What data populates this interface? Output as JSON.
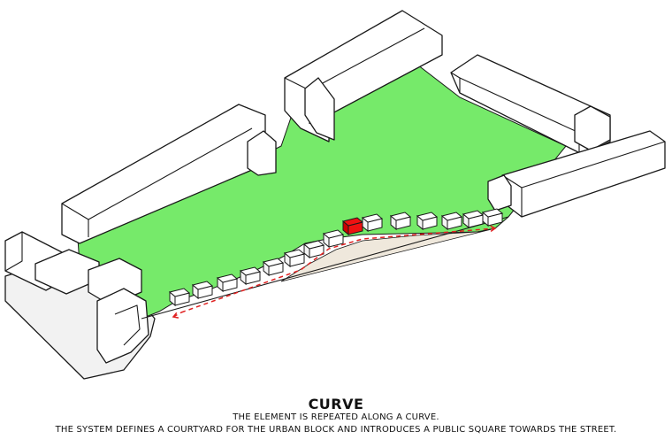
{
  "caption": {
    "title": "CURVE",
    "line1": "THE ELEMENT IS REPEATED ALONG A CURVE.",
    "line2": "THE SYSTEM DEFINES A COURTYARD FOR THE URBAN BLOCK AND INTRODUCES A PUBLIC SQUARE TOWARDS THE STREET."
  },
  "colors": {
    "courtyard": "#76ea6a",
    "square": "#efe8dc",
    "highlight": "#ee1111",
    "path": "#e02020",
    "outline": "#1a1a1a"
  }
}
